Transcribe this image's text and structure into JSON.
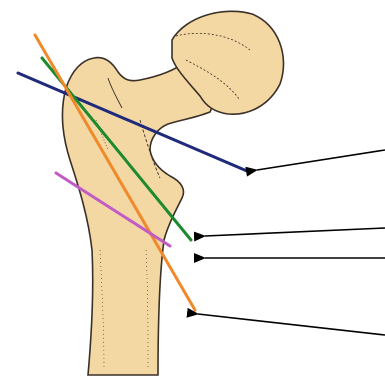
{
  "figure": {
    "mark": "",
    "bone": {
      "fill": "#f3d8a4",
      "outline": "#3a3028"
    },
    "lines": [
      {
        "name": "blue-line",
        "color": "#1f2a7a"
      },
      {
        "name": "green-line",
        "color": "#1e8a2e"
      },
      {
        "name": "orange-line",
        "color": "#f0892a"
      },
      {
        "name": "purple-line",
        "color": "#c25bc4"
      }
    ],
    "arrows": [
      {
        "name": "arrow-to-blue-line",
        "color": "#000000",
        "icon": "left-arrow-icon"
      },
      {
        "name": "arrow-to-green-line",
        "color": "#000000",
        "icon": "left-arrow-icon"
      },
      {
        "name": "arrow-to-purple-line",
        "color": "#000000",
        "icon": "left-arrow-icon"
      },
      {
        "name": "arrow-to-orange-line",
        "color": "#000000",
        "icon": "left-arrow-icon"
      }
    ]
  }
}
